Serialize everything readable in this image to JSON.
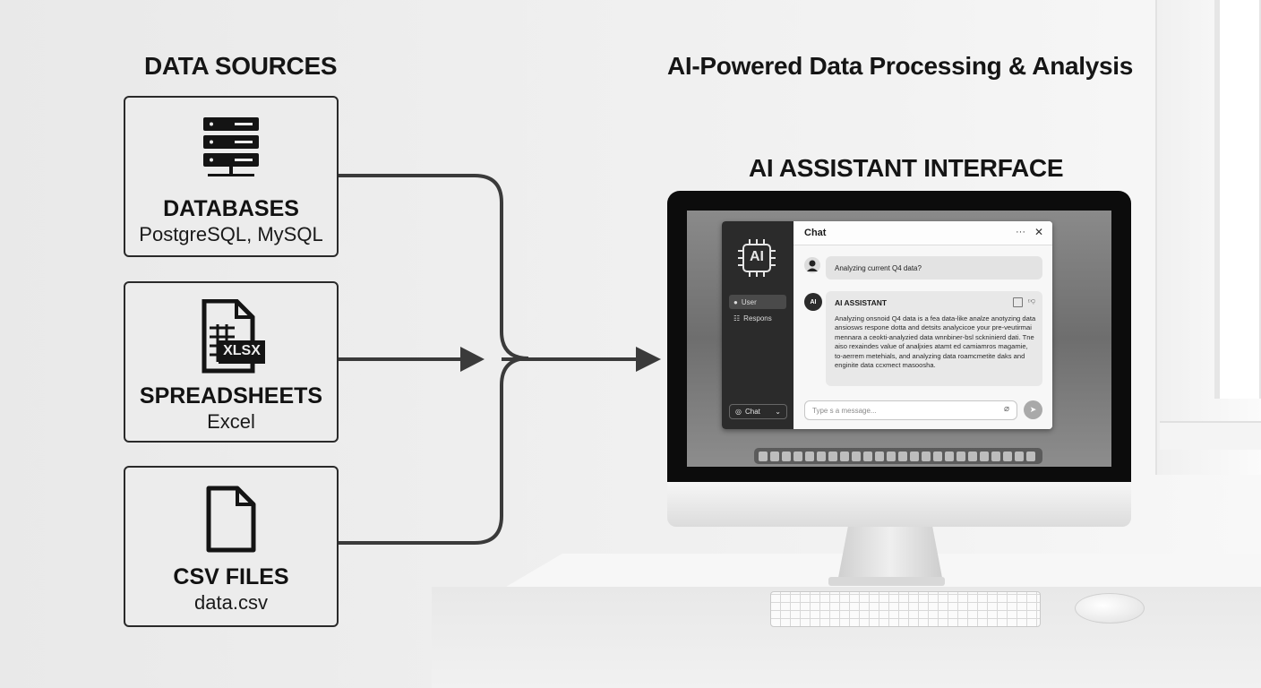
{
  "headings": {
    "data_sources": "DATA SOURCES",
    "processing": "AI-Powered Data Processing & Analysis",
    "interface": "AI ASSISTANT INTERFACE"
  },
  "sources": [
    {
      "icon": "database-server-icon",
      "title": "DATABASES",
      "subtitle": "PostgreSQL, MySQL"
    },
    {
      "icon": "xlsx-file-icon",
      "title": "SPREADSHEETS",
      "subtitle": "Excel",
      "badge": "XLSX"
    },
    {
      "icon": "csv-file-icon",
      "title": "CSV FILES",
      "subtitle": "data.csv"
    }
  ],
  "app": {
    "logo_text": "AI",
    "sidebar_items": [
      "User",
      "Respons"
    ],
    "sidebar_chat": "Chat",
    "title": "Chat",
    "more": "···",
    "close": "✕",
    "user_message": "Analyzing current Q4 data?",
    "assistant_name": "AI ASSISTANT",
    "assistant_message": "Analyzing onsnoid Q4 data is a fea data-like analze anotyzing data ansiosws respone dotta and detsits analycicoe your pre-veutirmai mennara a ceokti-analyzied data wnnbiner-bsl sckninierd dati. Tne aiso rexaindes value of analjxies atamt ed camiamros magamie, to-aerrem metehials, and analyzing data roamcmetite daks and enginite data ccxmect masoosha.",
    "input_placeholder": "Type s a message..."
  },
  "colors": {
    "dark": "#151515",
    "box_border": "#2a2a2a",
    "arrow": "#3a3a3a"
  }
}
